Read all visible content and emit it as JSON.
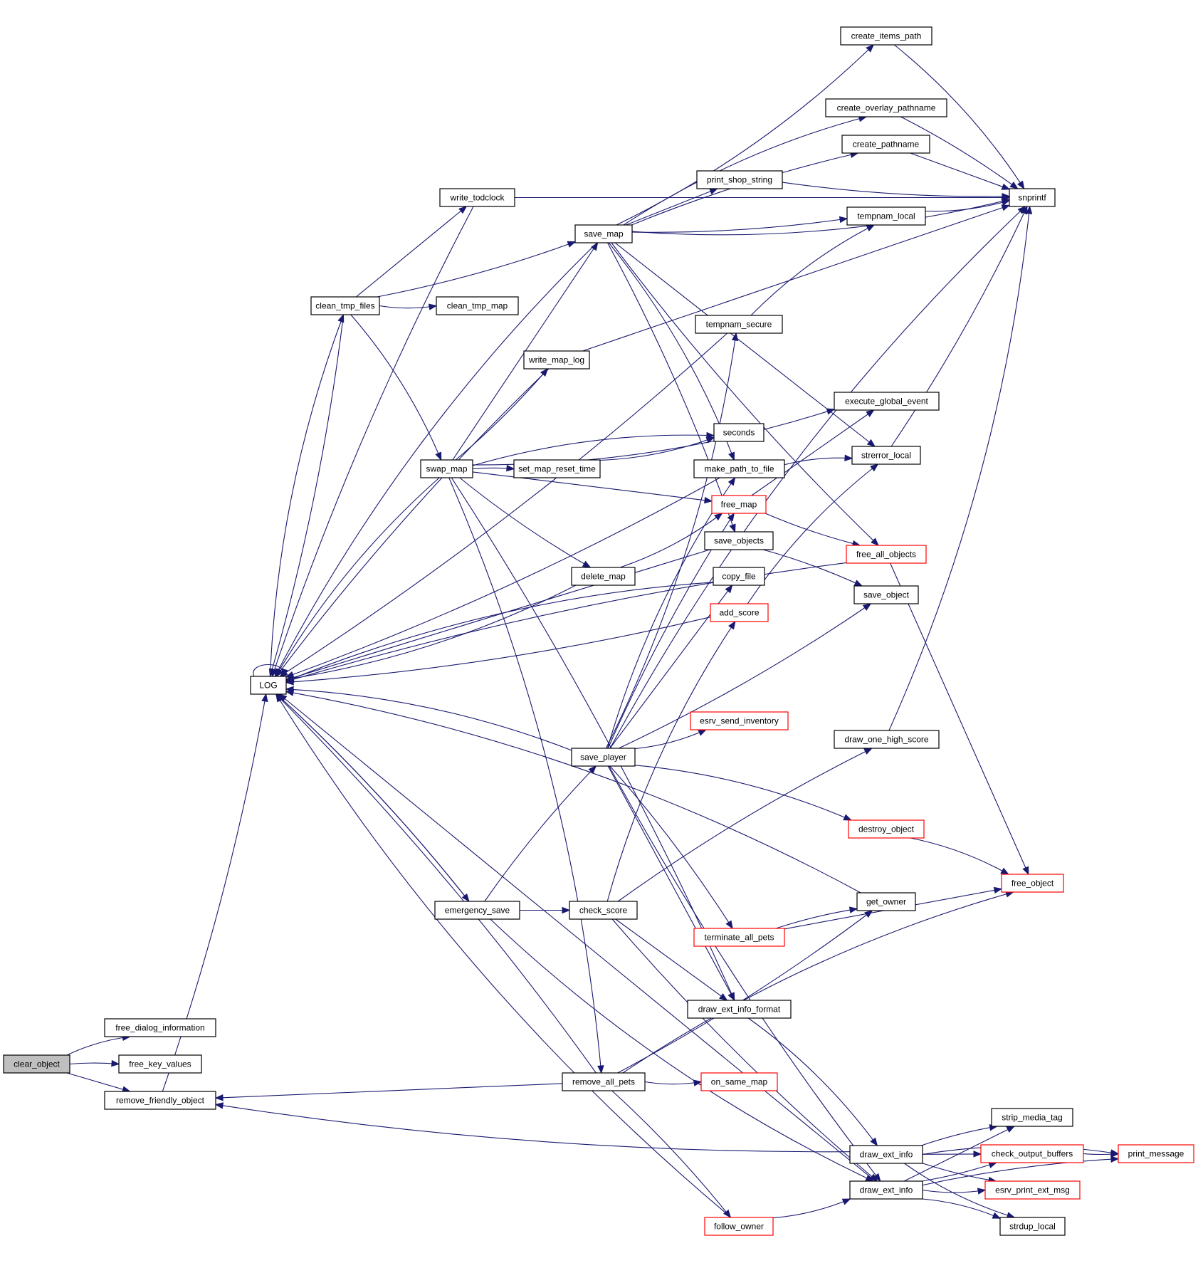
{
  "diagram": {
    "type": "call-graph",
    "title": "clear_object call graph",
    "colors": {
      "edge": "#191970",
      "node_border_default": "#000000",
      "node_border_truncated": "#ff0000",
      "root_fill": "#bfbfbf",
      "node_fill": "#ffffff",
      "background": "#ffffff"
    },
    "nodes": [
      {
        "id": "clear_object",
        "label": "clear_object",
        "root": true
      },
      {
        "id": "free_dialog_information",
        "label": "free_dialog_information"
      },
      {
        "id": "free_key_values",
        "label": "free_key_values"
      },
      {
        "id": "remove_friendly_object",
        "label": "remove_friendly_object"
      },
      {
        "id": "LOG",
        "label": "LOG"
      },
      {
        "id": "clean_tmp_files",
        "label": "clean_tmp_files"
      },
      {
        "id": "write_todclock",
        "label": "write_todclock"
      },
      {
        "id": "clean_tmp_map",
        "label": "clean_tmp_map"
      },
      {
        "id": "save_map",
        "label": "save_map"
      },
      {
        "id": "swap_map",
        "label": "swap_map"
      },
      {
        "id": "write_map_log",
        "label": "write_map_log"
      },
      {
        "id": "set_map_reset_time",
        "label": "set_map_reset_time"
      },
      {
        "id": "delete_map",
        "label": "delete_map"
      },
      {
        "id": "save_player",
        "label": "save_player"
      },
      {
        "id": "emergency_save",
        "label": "emergency_save"
      },
      {
        "id": "check_score",
        "label": "check_score"
      },
      {
        "id": "remove_all_pets",
        "label": "remove_all_pets"
      },
      {
        "id": "create_items_path",
        "label": "create_items_path"
      },
      {
        "id": "create_overlay_pathname",
        "label": "create_overlay_pathname"
      },
      {
        "id": "create_pathname",
        "label": "create_pathname"
      },
      {
        "id": "print_shop_string",
        "label": "print_shop_string"
      },
      {
        "id": "tempnam_local",
        "label": "tempnam_local"
      },
      {
        "id": "snprintf",
        "label": "snprintf"
      },
      {
        "id": "tempnam_secure",
        "label": "tempnam_secure"
      },
      {
        "id": "execute_global_event",
        "label": "execute_global_event"
      },
      {
        "id": "seconds",
        "label": "seconds"
      },
      {
        "id": "make_path_to_file",
        "label": "make_path_to_file"
      },
      {
        "id": "strerror_local",
        "label": "strerror_local"
      },
      {
        "id": "free_map",
        "label": "free_map",
        "truncated": true
      },
      {
        "id": "save_objects",
        "label": "save_objects"
      },
      {
        "id": "free_all_objects",
        "label": "free_all_objects",
        "truncated": true
      },
      {
        "id": "copy_file",
        "label": "copy_file"
      },
      {
        "id": "save_object",
        "label": "save_object"
      },
      {
        "id": "add_score",
        "label": "add_score",
        "truncated": true
      },
      {
        "id": "esrv_send_inventory",
        "label": "esrv_send_inventory",
        "truncated": true
      },
      {
        "id": "draw_one_high_score",
        "label": "draw_one_high_score"
      },
      {
        "id": "destroy_object",
        "label": "destroy_object",
        "truncated": true
      },
      {
        "id": "free_object",
        "label": "free_object",
        "truncated": true
      },
      {
        "id": "get_owner",
        "label": "get_owner"
      },
      {
        "id": "terminate_all_pets",
        "label": "terminate_all_pets",
        "truncated": true
      },
      {
        "id": "draw_ext_info_format",
        "label": "draw_ext_info_format"
      },
      {
        "id": "on_same_map",
        "label": "on_same_map",
        "truncated": true
      },
      {
        "id": "draw_ext_info_a",
        "label": "draw_ext_info"
      },
      {
        "id": "draw_ext_info_b",
        "label": "draw_ext_info"
      },
      {
        "id": "follow_owner",
        "label": "follow_owner",
        "truncated": true
      },
      {
        "id": "strip_media_tag",
        "label": "strip_media_tag"
      },
      {
        "id": "check_output_buffers",
        "label": "check_output_buffers",
        "truncated": true
      },
      {
        "id": "print_message",
        "label": "print_message",
        "truncated": true
      },
      {
        "id": "esrv_print_ext_msg",
        "label": "esrv_print_ext_msg",
        "truncated": true
      },
      {
        "id": "strdup_local",
        "label": "strdup_local"
      }
    ],
    "edges": [
      [
        "clear_object",
        "free_dialog_information"
      ],
      [
        "clear_object",
        "free_key_values"
      ],
      [
        "clear_object",
        "remove_friendly_object"
      ],
      [
        "remove_friendly_object",
        "LOG"
      ],
      [
        "LOG",
        "LOG"
      ],
      [
        "LOG",
        "clean_tmp_files"
      ],
      [
        "LOG",
        "emergency_save"
      ],
      [
        "clean_tmp_files",
        "write_todclock"
      ],
      [
        "clean_tmp_files",
        "save_map"
      ],
      [
        "clean_tmp_files",
        "clean_tmp_map"
      ],
      [
        "clean_tmp_files",
        "swap_map"
      ],
      [
        "clean_tmp_files",
        "LOG"
      ],
      [
        "write_todclock",
        "snprintf"
      ],
      [
        "write_todclock",
        "LOG"
      ],
      [
        "save_map",
        "create_items_path"
      ],
      [
        "save_map",
        "create_overlay_pathname"
      ],
      [
        "save_map",
        "create_pathname"
      ],
      [
        "save_map",
        "print_shop_string"
      ],
      [
        "save_map",
        "tempnam_local"
      ],
      [
        "save_map",
        "snprintf"
      ],
      [
        "save_map",
        "make_path_to_file"
      ],
      [
        "save_map",
        "save_objects"
      ],
      [
        "save_map",
        "strerror_local"
      ],
      [
        "save_map",
        "free_all_objects"
      ],
      [
        "save_map",
        "LOG"
      ],
      [
        "create_items_path",
        "snprintf"
      ],
      [
        "create_overlay_pathname",
        "snprintf"
      ],
      [
        "create_pathname",
        "snprintf"
      ],
      [
        "print_shop_string",
        "snprintf"
      ],
      [
        "tempnam_local",
        "snprintf"
      ],
      [
        "tempnam_secure",
        "tempnam_local"
      ],
      [
        "tempnam_secure",
        "LOG"
      ],
      [
        "swap_map",
        "save_map"
      ],
      [
        "swap_map",
        "write_map_log"
      ],
      [
        "swap_map",
        "execute_global_event"
      ],
      [
        "swap_map",
        "seconds"
      ],
      [
        "swap_map",
        "set_map_reset_time"
      ],
      [
        "swap_map",
        "free_map"
      ],
      [
        "swap_map",
        "delete_map"
      ],
      [
        "swap_map",
        "LOG"
      ],
      [
        "swap_map",
        "remove_all_pets"
      ],
      [
        "swap_map",
        "draw_ext_info_format"
      ],
      [
        "write_map_log",
        "snprintf"
      ],
      [
        "write_map_log",
        "LOG"
      ],
      [
        "set_map_reset_time",
        "seconds"
      ],
      [
        "make_path_to_file",
        "strerror_local"
      ],
      [
        "make_path_to_file",
        "LOG"
      ],
      [
        "free_map",
        "execute_global_event"
      ],
      [
        "free_map",
        "free_all_objects"
      ],
      [
        "delete_map",
        "free_map"
      ],
      [
        "delete_map",
        "LOG"
      ],
      [
        "save_objects",
        "save_object"
      ],
      [
        "save_objects",
        "LOG"
      ],
      [
        "strerror_local",
        "snprintf"
      ],
      [
        "copy_file",
        "LOG"
      ],
      [
        "add_score",
        "strerror_local"
      ],
      [
        "add_score",
        "LOG"
      ],
      [
        "free_all_objects",
        "free_object"
      ],
      [
        "free_all_objects",
        "LOG"
      ],
      [
        "save_player",
        "tempnam_secure"
      ],
      [
        "save_player",
        "make_path_to_file"
      ],
      [
        "save_player",
        "free_map"
      ],
      [
        "save_player",
        "copy_file"
      ],
      [
        "save_player",
        "save_object"
      ],
      [
        "save_player",
        "esrv_send_inventory"
      ],
      [
        "save_player",
        "destroy_object"
      ],
      [
        "save_player",
        "terminate_all_pets"
      ],
      [
        "save_player",
        "draw_ext_info_format"
      ],
      [
        "save_player",
        "draw_ext_info_b"
      ],
      [
        "save_player",
        "LOG"
      ],
      [
        "save_player",
        "snprintf"
      ],
      [
        "emergency_save",
        "save_player"
      ],
      [
        "emergency_save",
        "check_score"
      ],
      [
        "emergency_save",
        "LOG"
      ],
      [
        "emergency_save",
        "draw_ext_info_b"
      ],
      [
        "check_score",
        "add_score"
      ],
      [
        "check_score",
        "draw_one_high_score"
      ],
      [
        "check_score",
        "draw_ext_info_format"
      ],
      [
        "check_score",
        "draw_ext_info_b"
      ],
      [
        "draw_one_high_score",
        "snprintf"
      ],
      [
        "destroy_object",
        "free_object"
      ],
      [
        "terminate_all_pets",
        "get_owner"
      ],
      [
        "terminate_all_pets",
        "free_object"
      ],
      [
        "remove_all_pets",
        "get_owner"
      ],
      [
        "remove_all_pets",
        "on_same_map"
      ],
      [
        "remove_all_pets",
        "free_object"
      ],
      [
        "remove_all_pets",
        "follow_owner"
      ],
      [
        "remove_all_pets",
        "remove_friendly_object"
      ],
      [
        "remove_all_pets",
        "LOG"
      ],
      [
        "get_owner",
        "LOG"
      ],
      [
        "draw_ext_info_format",
        "draw_ext_info_a"
      ],
      [
        "draw_ext_info_a",
        "strip_media_tag"
      ],
      [
        "draw_ext_info_a",
        "check_output_buffers"
      ],
      [
        "draw_ext_info_a",
        "esrv_print_ext_msg"
      ],
      [
        "draw_ext_info_a",
        "strdup_local"
      ],
      [
        "draw_ext_info_a",
        "print_message"
      ],
      [
        "draw_ext_info_a",
        "remove_friendly_object"
      ],
      [
        "draw_ext_info_b",
        "strip_media_tag"
      ],
      [
        "draw_ext_info_b",
        "check_output_buffers"
      ],
      [
        "draw_ext_info_b",
        "esrv_print_ext_msg"
      ],
      [
        "draw_ext_info_b",
        "strdup_local"
      ],
      [
        "draw_ext_info_b",
        "print_message"
      ],
      [
        "draw_ext_info_b",
        "LOG"
      ],
      [
        "check_output_buffers",
        "print_message"
      ],
      [
        "follow_owner",
        "draw_ext_info_b"
      ],
      [
        "follow_owner",
        "LOG"
      ]
    ]
  }
}
